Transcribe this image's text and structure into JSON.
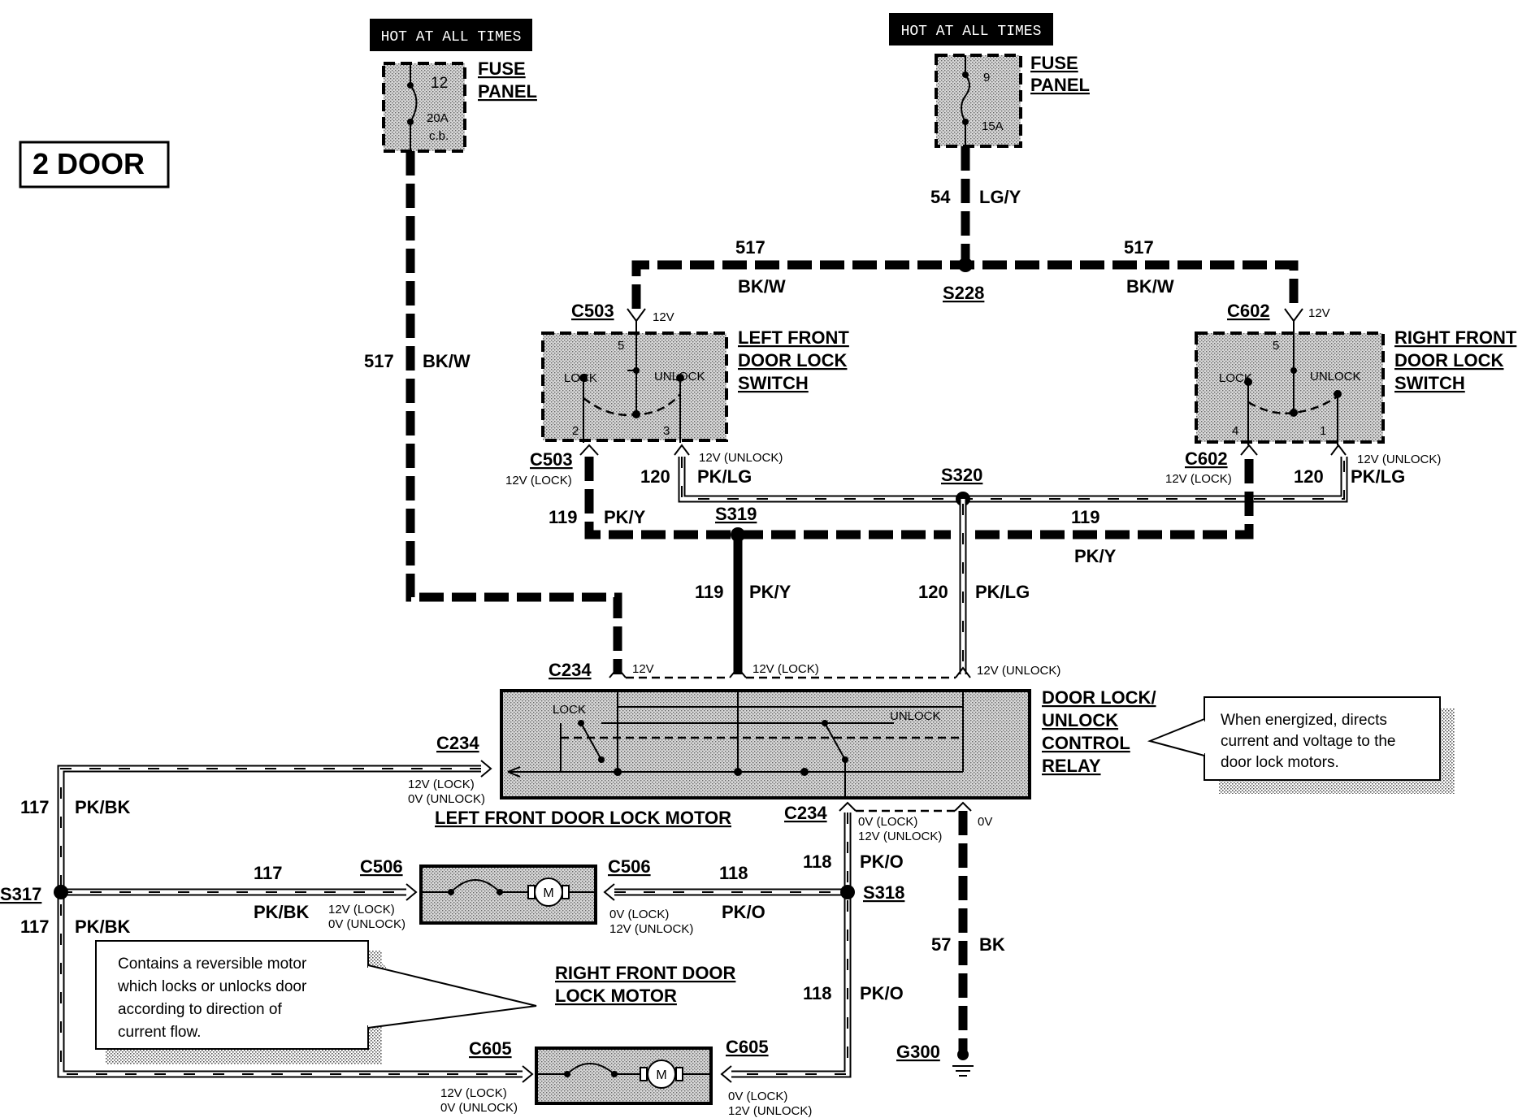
{
  "title": "2 DOOR",
  "hot_labels": [
    "HOT AT ALL TIMES",
    "HOT AT ALL TIMES"
  ],
  "fuse_left": {
    "number": "12",
    "rating": "20A",
    "type": "c.b.",
    "label_1": "FUSE",
    "label_2": "PANEL"
  },
  "fuse_right": {
    "number": "9",
    "rating": "15A",
    "label_1": "FUSE",
    "label_2": "PANEL"
  },
  "wires": {
    "w54": "54",
    "w54c": "LG/Y",
    "w517": "517",
    "w517c": "BK/W",
    "w119": "119",
    "w119c": "PK/Y",
    "w120": "120",
    "w120c": "PK/LG",
    "w117": "117",
    "w117c": "PK/BK",
    "w118": "118",
    "w118c": "PK/O",
    "w57": "57",
    "w57c": "BK"
  },
  "splices": {
    "s228": "S228",
    "s319": "S319",
    "s320": "S320",
    "s317": "S317",
    "s318": "S318"
  },
  "connectors": {
    "c503": "C503",
    "c602": "C602",
    "c234": "C234",
    "c506": "C506",
    "c605": "C605"
  },
  "ground": "G300",
  "switch_left": {
    "line1": "LEFT FRONT",
    "line2": "DOOR LOCK",
    "line3": "SWITCH",
    "lock": "LOCK",
    "unlock": "UNLOCK",
    "pin_top": "5",
    "pin_a": "2",
    "pin_b": "3"
  },
  "switch_right": {
    "line1": "RIGHT FRONT",
    "line2": "DOOR LOCK",
    "line3": "SWITCH",
    "lock": "LOCK",
    "unlock": "UNLOCK",
    "pin_top": "5",
    "pin_a": "4",
    "pin_b": "1"
  },
  "relay": {
    "line1": "DOOR LOCK/",
    "line2": "UNLOCK",
    "line3": "CONTROL",
    "line4": "RELAY",
    "lock": "LOCK",
    "unlock": "UNLOCK"
  },
  "voltages": {
    "v12": "12V",
    "v0": "0V",
    "v12lock": "12V (LOCK)",
    "v12unlock": "12V (UNLOCK)",
    "v0lock": "0V (LOCK)",
    "v0unlock": "0V (UNLOCK)"
  },
  "motor_left_label": "LEFT FRONT DOOR LOCK MOTOR",
  "motor_right_label_1": "RIGHT FRONT DOOR",
  "motor_right_label_2": "LOCK MOTOR",
  "motor_symbol": "M",
  "callout_relay": [
    "When energized, directs",
    "current and voltage to the",
    "door lock motors."
  ],
  "callout_motor": [
    "Contains a reversible motor",
    "which locks or unlocks door",
    "according to direction of",
    "current flow."
  ]
}
